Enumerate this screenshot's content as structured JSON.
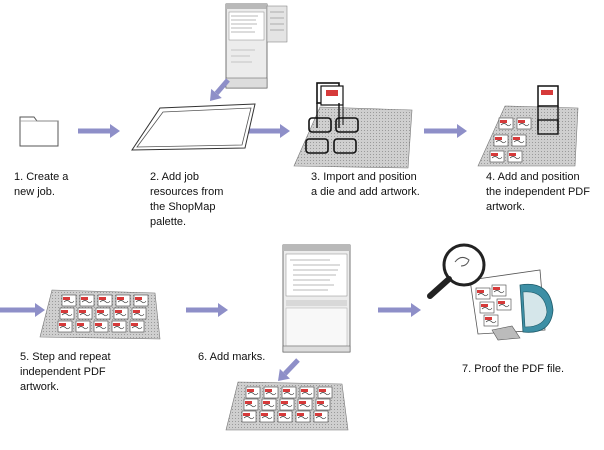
{
  "steps": [
    {
      "label": "1. Create a\nnew job."
    },
    {
      "label": "2. Add job\nresources from\nthe ShopMap\npalette."
    },
    {
      "label": "3. Import and position\na die and add artwork."
    },
    {
      "label": "4. Add and position\nthe independent PDF\nartwork."
    },
    {
      "label": "5. Step and repeat\nindependent PDF\nartwork."
    },
    {
      "label": "6. Add marks."
    },
    {
      "label": "7. Proof the PDF file."
    }
  ],
  "colors": {
    "arrow": "#8e8fc8",
    "arrow_dark": "#6d6fb1",
    "plate": "#c6c6c6",
    "card_red": "#d63a3a",
    "card": "#ffffff",
    "palette_bg": "#ececec",
    "palette_title": "#b9b9b9",
    "magnifier": "#222222",
    "monitor": "#3d8fa5"
  },
  "icons": {
    "folder": "folder-icon",
    "palette": "shopmap-palette-icon",
    "magnifier": "magnifier-icon",
    "monitor": "monitor-icon"
  }
}
